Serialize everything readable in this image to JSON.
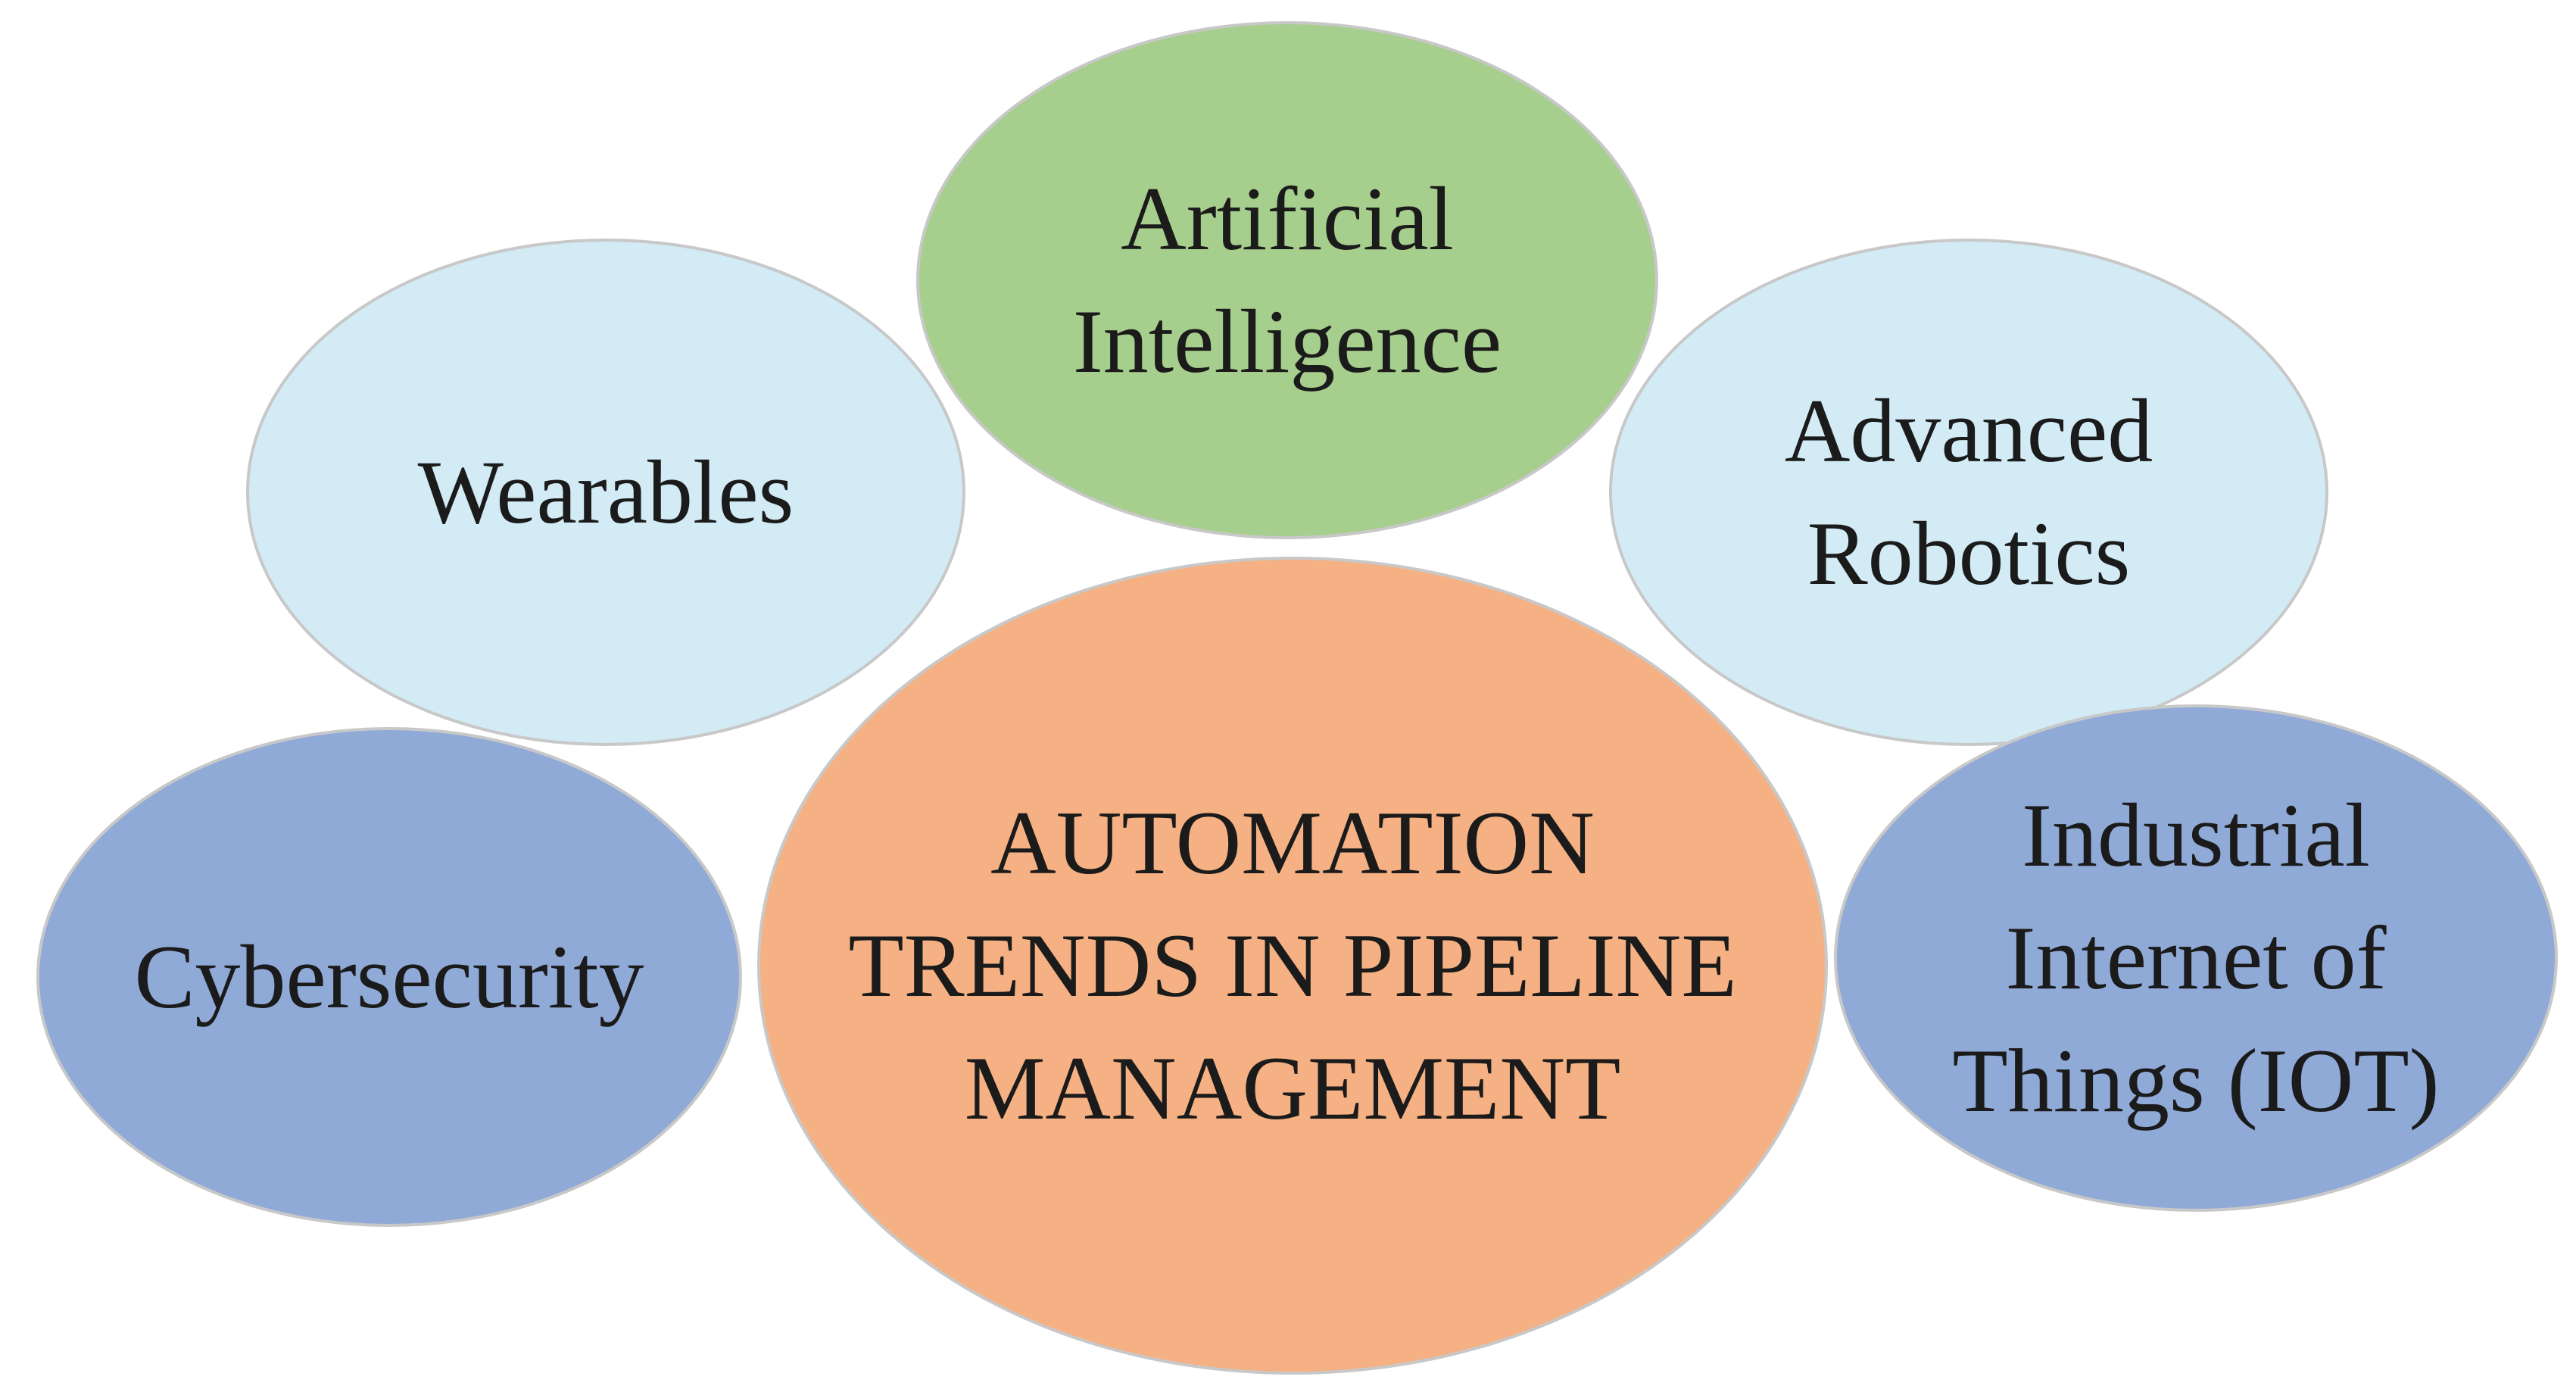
{
  "diagram": {
    "background": "#FFFFFF",
    "border_color": "#C8C8C9",
    "text_color": "#1B1B1B",
    "center": {
      "label": "AUTOMATION TRENDS IN PIPELINE MANAGEMENT",
      "lines": [
        "AUTOMATION",
        "TRENDS IN PIPELINE",
        "MANAGEMENT"
      ],
      "fill": "#F5B183"
    },
    "satellites": [
      {
        "label": "Artificial Intelligence",
        "lines": [
          "Artificial",
          "Intelligence"
        ],
        "fill": "#A6CE8C"
      },
      {
        "label": "Wearables",
        "lines": [
          "Wearables"
        ],
        "fill": "#D2EBF5"
      },
      {
        "label": "Advanced Robotics",
        "lines": [
          "Advanced",
          "Robotics"
        ],
        "fill": "#D2EBF5"
      },
      {
        "label": "Cybersecurity",
        "lines": [
          "Cybersecurity"
        ],
        "fill": "#90AAD8"
      },
      {
        "label": "Industrial Internet of Things (IOT)",
        "lines": [
          "Industrial",
          "Internet of",
          "Things (IOT)"
        ],
        "fill": "#90AAD8"
      }
    ]
  }
}
